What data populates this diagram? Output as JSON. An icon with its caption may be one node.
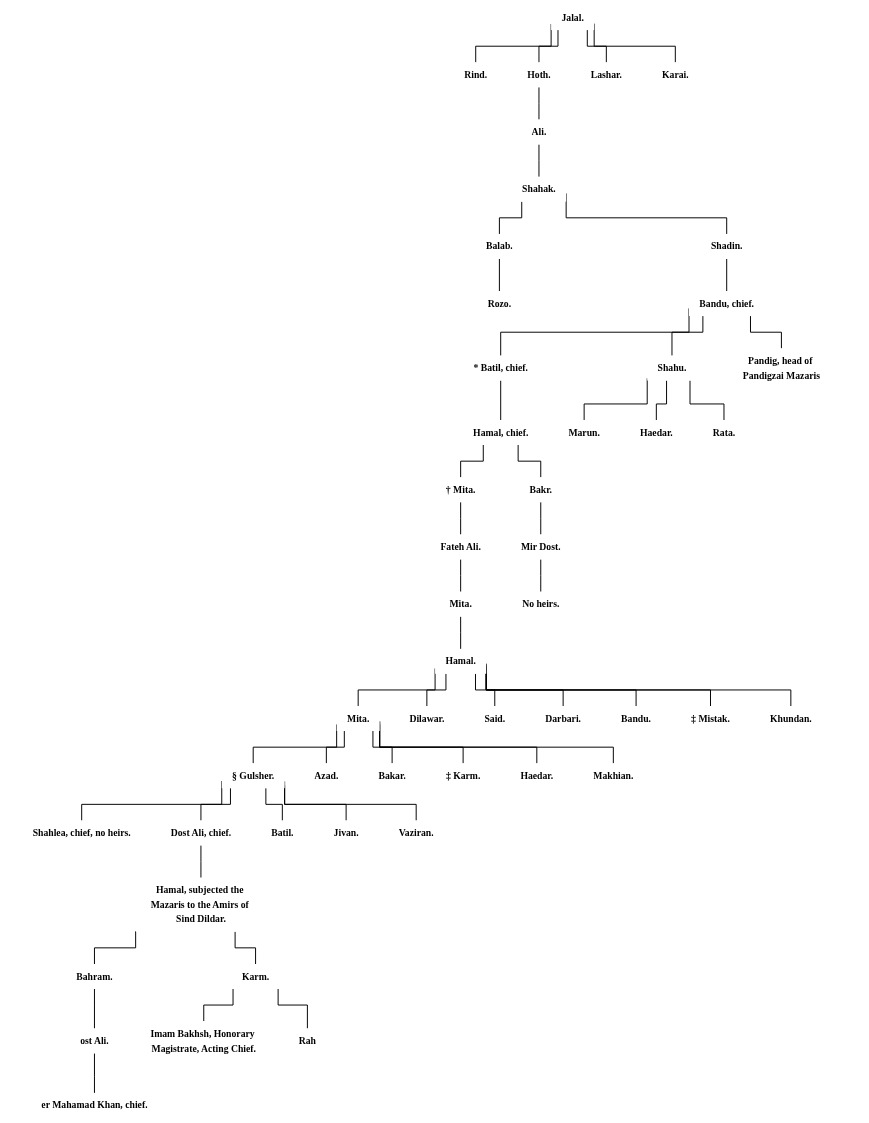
{
  "diagram": {
    "nodes": [
      {
        "text": [
          "Jalal."
        ]
      },
      {
        "text": [
          "Rind."
        ]
      },
      {
        "text": [
          "Hoth."
        ]
      },
      {
        "text": [
          "Lashar."
        ]
      },
      {
        "text": [
          "Karai."
        ]
      },
      {
        "text": [
          "Ali."
        ]
      },
      {
        "text": [
          "Shahak."
        ]
      },
      {
        "text": [
          "Balab."
        ]
      },
      {
        "text": [
          "Shadin."
        ]
      },
      {
        "text": [
          "Rozo."
        ]
      },
      {
        "text": [
          "Bandu, chief."
        ]
      },
      {
        "text": [
          "* Batil, chief."
        ]
      },
      {
        "text": [
          "Shahu."
        ]
      },
      {
        "text": [
          "Pandig, head of Pandigzai Mazaris"
        ]
      },
      {
        "text": [
          "Hamal, chief."
        ]
      },
      {
        "text": [
          "Marun."
        ]
      },
      {
        "text": [
          "Haedar."
        ]
      },
      {
        "text": [
          "Rata."
        ]
      },
      {
        "text": [
          "† Mita."
        ]
      },
      {
        "text": [
          "Bakr."
        ]
      },
      {
        "text": [
          "Fateh Ali."
        ]
      },
      {
        "text": [
          "Mir Dost."
        ]
      },
      {
        "text": [
          "Mita."
        ]
      },
      {
        "text": [
          "No heirs."
        ]
      },
      {
        "text": [
          "Hamal."
        ]
      },
      {
        "text": [
          "Mita."
        ]
      },
      {
        "text": [
          "Dilawar."
        ]
      },
      {
        "text": [
          "Said."
        ]
      },
      {
        "text": [
          "Darbari."
        ]
      },
      {
        "text": [
          "Bandu."
        ]
      },
      {
        "text": [
          "‡ Mistak."
        ]
      },
      {
        "text": [
          "Khundan."
        ]
      },
      {
        "text": [
          "§ Gulsher."
        ]
      },
      {
        "text": [
          "Azad."
        ]
      },
      {
        "text": [
          "Bakar."
        ]
      },
      {
        "text": [
          "‡ Karm."
        ]
      },
      {
        "text": [
          "Haedar."
        ]
      },
      {
        "text": [
          "Makhian."
        ]
      },
      {
        "text": [
          "Shahlea, chief, no heirs."
        ]
      },
      {
        "text": [
          "Dost Ali, chief."
        ]
      },
      {
        "text": [
          "Batil."
        ]
      },
      {
        "text": [
          "Jivan."
        ]
      },
      {
        "text": [
          "Vaziran."
        ]
      },
      {
        "text": [
          "Hamal, subjected the Mazaris to the Amirs of Sind Dildar."
        ]
      },
      {
        "text": [
          "Bahram."
        ]
      },
      {
        "text": [
          "Karm."
        ]
      },
      {
        "text": [
          "ost Ali."
        ]
      },
      {
        "text": [
          "er Mahamad Khan, chief."
        ]
      },
      {
        "text": [
          "Imam Bakhsh, Honorary Magistrate, Acting Chief."
        ]
      },
      {
        "text": [
          "Rah"
        ]
      }
    ],
    "edges": [
      {
        "from": 0,
        "to": 1,
        "arrow": "none"
      },
      {
        "from": 0,
        "to": 2,
        "arrow": "none"
      },
      {
        "from": 0,
        "to": 3,
        "arrow": "none"
      },
      {
        "from": 0,
        "to": 4,
        "arrow": "none"
      },
      {
        "from": 2,
        "to": 5,
        "arrow": "none"
      },
      {
        "from": 5,
        "to": 6,
        "arrow": "none"
      },
      {
        "from": 6,
        "to": 7,
        "arrow": "none"
      },
      {
        "from": 6,
        "to": 8,
        "arrow": "none"
      },
      {
        "from": 7,
        "to": 9,
        "arrow": "none"
      },
      {
        "from": 8,
        "to": 10,
        "arrow": "none"
      },
      {
        "from": 10,
        "to": 11,
        "arrow": "none"
      },
      {
        "from": 10,
        "to": 12,
        "arrow": "none"
      },
      {
        "from": 10,
        "to": 13,
        "arrow": "none"
      },
      {
        "from": 11,
        "to": 14,
        "arrow": "none"
      },
      {
        "from": 12,
        "to": 15,
        "arrow": "none"
      },
      {
        "from": 12,
        "to": 16,
        "arrow": "none"
      },
      {
        "from": 12,
        "to": 17,
        "arrow": "none"
      },
      {
        "from": 14,
        "to": 18,
        "arrow": "none"
      },
      {
        "from": 14,
        "to": 19,
        "arrow": "none"
      },
      {
        "from": 18,
        "to": 20,
        "arrow": "none"
      },
      {
        "from": 19,
        "to": 21,
        "arrow": "none"
      },
      {
        "from": 20,
        "to": 22,
        "arrow": "none"
      },
      {
        "from": 21,
        "to": 23,
        "arrow": "none"
      },
      {
        "from": 22,
        "to": 24,
        "arrow": "none"
      },
      {
        "from": 24,
        "to": 25,
        "arrow": "none"
      },
      {
        "from": 24,
        "to": 26,
        "arrow": "none"
      },
      {
        "from": 24,
        "to": 27,
        "arrow": "none"
      },
      {
        "from": 24,
        "to": 28,
        "arrow": "none"
      },
      {
        "from": 24,
        "to": 29,
        "arrow": "none"
      },
      {
        "from": 24,
        "to": 30,
        "arrow": "none"
      },
      {
        "from": 24,
        "to": 31,
        "arrow": "none"
      },
      {
        "from": 25,
        "to": 32,
        "arrow": "none"
      },
      {
        "from": 25,
        "to": 33,
        "arrow": "none"
      },
      {
        "from": 25,
        "to": 34,
        "arrow": "none"
      },
      {
        "from": 25,
        "to": 35,
        "arrow": "none"
      },
      {
        "from": 25,
        "to": 36,
        "arrow": "none"
      },
      {
        "from": 25,
        "to": 37,
        "arrow": "none"
      },
      {
        "from": 32,
        "to": 38,
        "arrow": "none"
      },
      {
        "from": 32,
        "to": 39,
        "arrow": "none"
      },
      {
        "from": 32,
        "to": 40,
        "arrow": "none"
      },
      {
        "from": 32,
        "to": 41,
        "arrow": "none"
      },
      {
        "from": 32,
        "to": 42,
        "arrow": "none"
      },
      {
        "from": 39,
        "to": 43,
        "arrow": "none"
      },
      {
        "from": 43,
        "to": 44,
        "arrow": "none"
      },
      {
        "from": 43,
        "to": 45,
        "arrow": "none"
      },
      {
        "from": 44,
        "to": 46,
        "arrow": "none"
      },
      {
        "from": 46,
        "to": 47,
        "arrow": "none"
      },
      {
        "from": 45,
        "to": 48,
        "arrow": "none"
      },
      {
        "from": 45,
        "to": 49,
        "arrow": "none"
      }
    ]
  }
}
